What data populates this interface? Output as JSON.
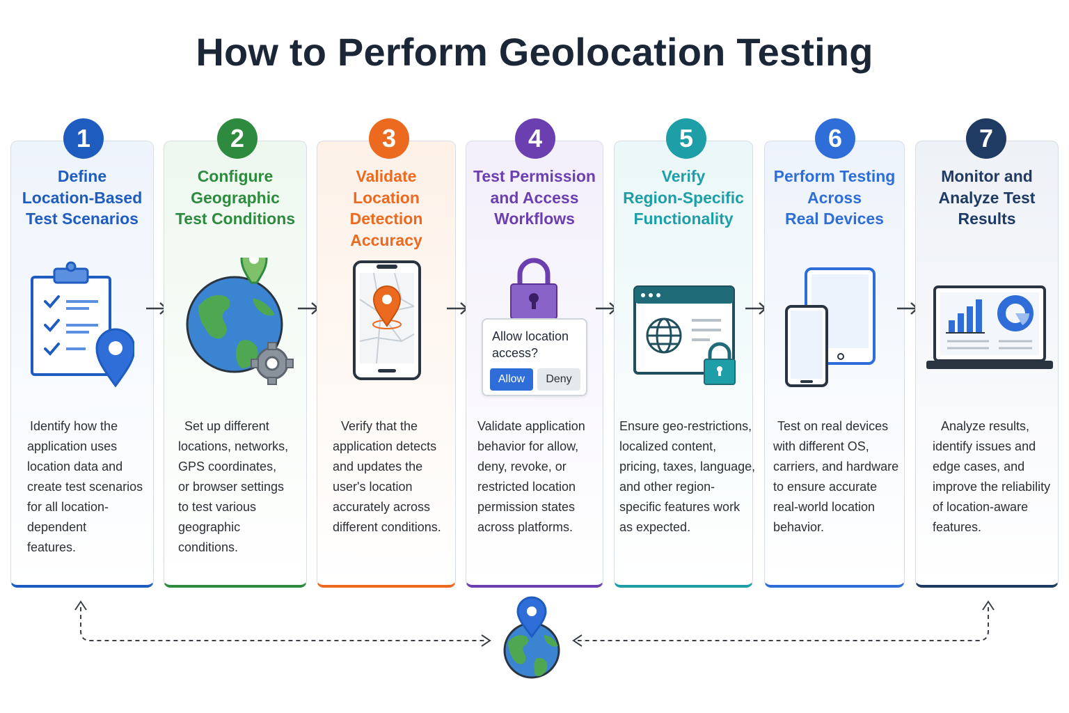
{
  "title": "How to Perform Geolocation Testing",
  "colors": {
    "step1": "#1f5cc0",
    "step2": "#2e8a3e",
    "step3": "#ec6a1f",
    "step4": "#6b3fb0",
    "step5": "#1e9ea6",
    "step6": "#2f6ed9",
    "step7": "#1f3b63"
  },
  "steps": [
    {
      "number": "1",
      "heading": [
        "Define",
        "Location-Based",
        "Test Scenarios"
      ],
      "icon": "clipboard-checklist-pin-icon",
      "description": [
        "Identify how the",
        "application uses",
        "location data and",
        "create test scenarios",
        "for all location-",
        "dependent",
        "features."
      ]
    },
    {
      "number": "2",
      "heading": [
        "Configure",
        "Geographic",
        "Test Conditions"
      ],
      "icon": "globe-pin-gear-icon",
      "description": [
        "Set up different",
        "locations, networks,",
        "GPS coordinates,",
        "or browser settings",
        "to test various",
        "geographic",
        "conditions."
      ]
    },
    {
      "number": "3",
      "heading": [
        "Validate",
        "Location",
        "Detection",
        "Accuracy"
      ],
      "icon": "phone-map-pin-icon",
      "description": [
        "Verify that the",
        "application detects",
        "and updates the",
        "user's location",
        "accurately across",
        "different conditions."
      ]
    },
    {
      "number": "4",
      "heading": [
        "Test Permission",
        "and Access",
        "Workflows"
      ],
      "icon": "padlock-permission-icon",
      "prompt": {
        "text": [
          "Allow location",
          "access?"
        ],
        "allow": "Allow",
        "deny": "Deny"
      },
      "description": [
        "Validate application",
        "behavior for allow,",
        "deny, revoke, or",
        "restricted location",
        "permission states",
        "across platforms."
      ]
    },
    {
      "number": "5",
      "heading": [
        "Verify",
        "Region-Specific",
        "Functionality"
      ],
      "icon": "browser-globe-lock-icon",
      "description": [
        "Ensure geo-restrictions,",
        "localized content,",
        "pricing, taxes, language,",
        "and other region-",
        "specific features work",
        "as expected."
      ]
    },
    {
      "number": "6",
      "heading": [
        "Perform Testing",
        "Across",
        "Real Devices"
      ],
      "icon": "tablet-phone-devices-icon",
      "description": [
        "Test on real devices",
        "with different OS,",
        "carriers, and hardware",
        "to ensure accurate",
        "real-world location",
        "behavior."
      ]
    },
    {
      "number": "7",
      "heading": [
        "Monitor and",
        "Analyze Test",
        "Results"
      ],
      "icon": "laptop-analytics-icon",
      "description": [
        "Analyze results,",
        "identify issues and",
        "edge cases, and",
        "improve the reliability",
        "of location-aware",
        "features."
      ]
    }
  ]
}
